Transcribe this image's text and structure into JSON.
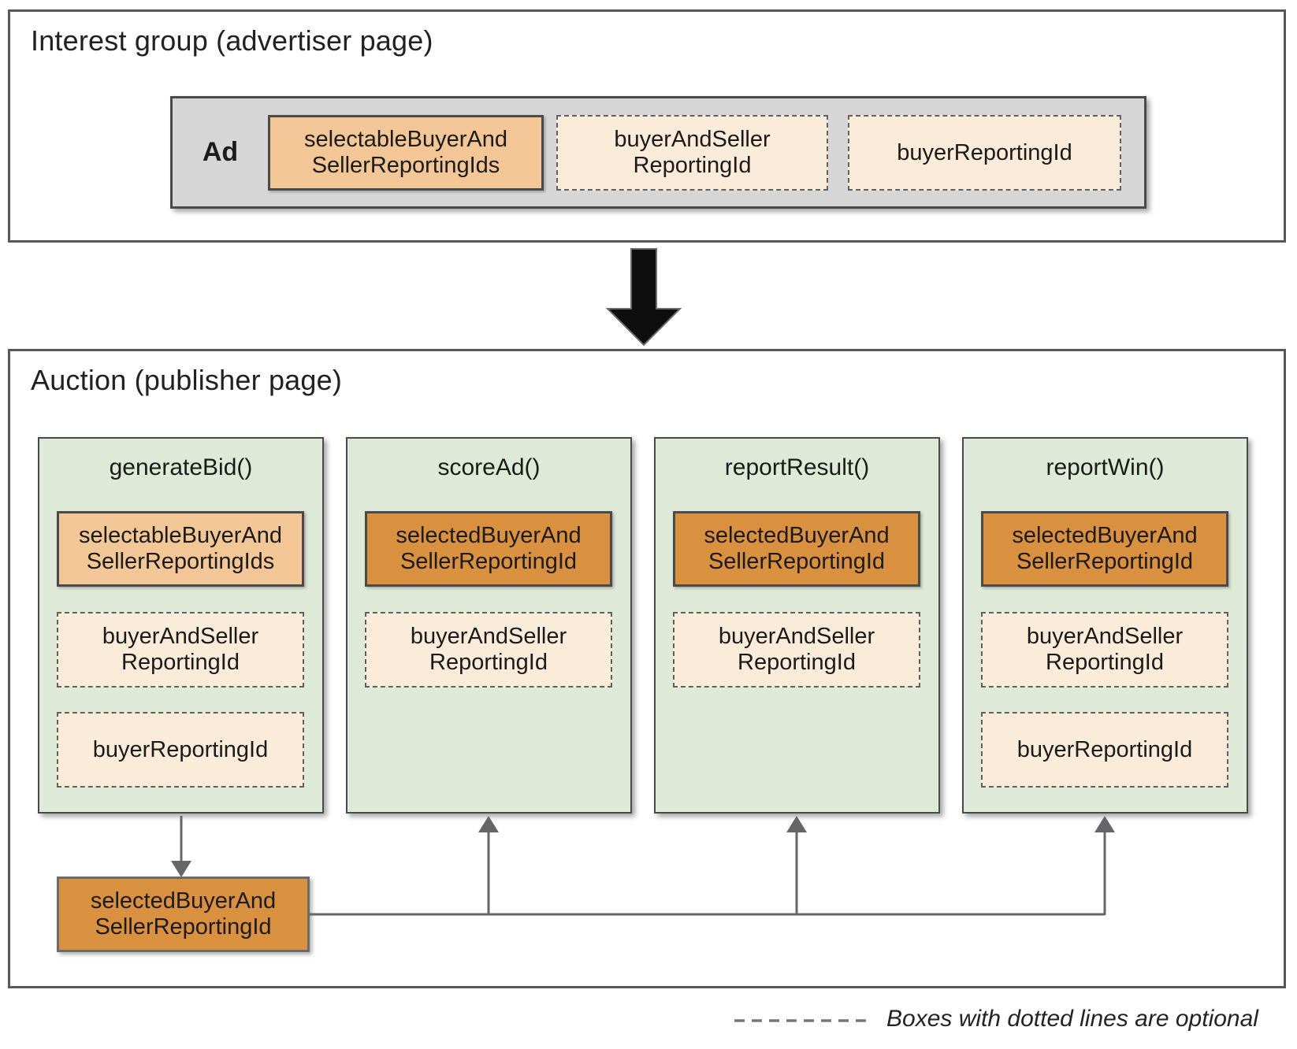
{
  "interest_group": {
    "title": "Interest group (advertiser page)",
    "ad_label": "Ad",
    "items": [
      {
        "label": "selectableBuyerAnd\nSellerReportingIds",
        "optional": false
      },
      {
        "label": "buyerAndSeller\nReportingId",
        "optional": true
      },
      {
        "label": "buyerReportingId",
        "optional": true
      }
    ]
  },
  "auction": {
    "title": "Auction (publisher page)",
    "columns": [
      {
        "header": "generateBid()",
        "items": [
          {
            "label": "selectableBuyerAnd\nSellerReportingIds",
            "optional": false
          },
          {
            "label": "buyerAndSeller\nReportingId",
            "optional": true
          },
          {
            "label": "buyerReportingId",
            "optional": true
          }
        ]
      },
      {
        "header": "scoreAd()",
        "items": [
          {
            "label": "selectedBuyerAnd\nSellerReportingId",
            "optional": false
          },
          {
            "label": "buyerAndSeller\nReportingId",
            "optional": true
          }
        ]
      },
      {
        "header": "reportResult()",
        "items": [
          {
            "label": "selectedBuyerAnd\nSellerReportingId",
            "optional": false
          },
          {
            "label": "buyerAndSeller\nReportingId",
            "optional": true
          }
        ]
      },
      {
        "header": "reportWin()",
        "items": [
          {
            "label": "selectedBuyerAnd\nSellerReportingId",
            "optional": false
          },
          {
            "label": "buyerAndSeller\nReportingId",
            "optional": true
          },
          {
            "label": "buyerReportingId",
            "optional": true
          }
        ]
      }
    ],
    "output_box": {
      "label": "selectedBuyerAnd\nSellerReportingId"
    }
  },
  "legend": {
    "text": "Boxes with dotted lines are optional"
  },
  "colors": {
    "tan": "#f3c795",
    "orange": "#d9913f",
    "cream": "#faecd9",
    "green": "#dfe9d8",
    "container_gray": "#d6d6d6",
    "border_dark": "#4a4a4d",
    "connector_gray": "#666669",
    "black_arrow": "#0e0e0e"
  }
}
